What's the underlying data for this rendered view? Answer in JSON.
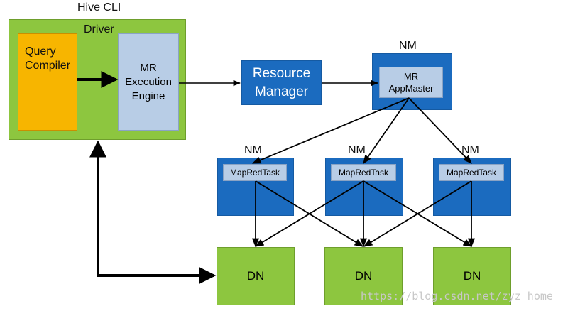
{
  "hive_cli": {
    "title": "Hive CLI",
    "driver_label": "Driver",
    "query_compiler": {
      "line1": "Query",
      "line2": "Compiler"
    },
    "mr_execution_engine": {
      "line1": "MR",
      "line2": "Execution",
      "line3": "Engine"
    }
  },
  "resource_manager": {
    "line1": "Resource",
    "line2": "Manager"
  },
  "appmaster_node": {
    "nm_label": "NM",
    "line1": "MR",
    "line2": "AppMaster"
  },
  "task_nodes": [
    {
      "nm_label": "NM",
      "task_label": "MapRedTask"
    },
    {
      "nm_label": "NM",
      "task_label": "MapRedTask"
    },
    {
      "nm_label": "NM",
      "task_label": "MapRedTask"
    }
  ],
  "data_nodes": [
    {
      "label": "DN"
    },
    {
      "label": "DN"
    },
    {
      "label": "DN"
    }
  ],
  "watermark": "https://blog.csdn.net/zyz_home",
  "colors": {
    "green": "#8dc63f",
    "blue": "#1b6bbf",
    "light_blue": "#b8cde6",
    "yellow": "#f7b500"
  }
}
